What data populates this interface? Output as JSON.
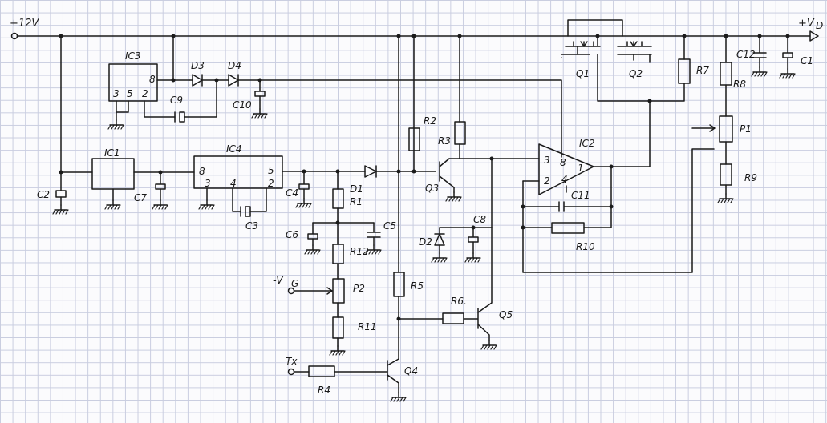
{
  "rails": {
    "vin": "+12V",
    "vout": "+V",
    "vout_sub": "D"
  },
  "inputs": {
    "neg_vg": "-V",
    "neg_vg_sub": "G",
    "tx": "Tx"
  },
  "ics": {
    "ic1": "IC1",
    "ic2": "IC2",
    "ic3": "IC3",
    "ic4": "IC4"
  },
  "ic3_pins": {
    "p8": "8",
    "p3": "3",
    "p5": "5",
    "p2": "2"
  },
  "ic4_pins": {
    "p8": "8",
    "p5": "5",
    "p3": "3",
    "p4": "4",
    "p2": "2"
  },
  "ic2_pins": {
    "p3": "3",
    "p8": "8",
    "p1": "1",
    "p2": "2",
    "p4": "4"
  },
  "capacitors": {
    "c1": "C1",
    "c2": "C2",
    "c3": "C3",
    "c4": "C4",
    "c5": "C5",
    "c6": "C6",
    "c7": "C7",
    "c8": "C8",
    "c9": "C9",
    "c10": "C10",
    "c11": "C11",
    "c12": "C12"
  },
  "diodes": {
    "d1": "D1",
    "d2": "D2",
    "d3": "D3",
    "d4": "D4"
  },
  "resistors": {
    "r1": "R1",
    "r2": "R2",
    "r3": "R3",
    "r4": "R4",
    "r5": "R5",
    "r6": "R6.",
    "r7": "R7",
    "r8": "R8",
    "r9": "R9",
    "r10": "R10",
    "r11": "R11",
    "r12": "R12"
  },
  "pots": {
    "p1": "P1",
    "p2": "P2"
  },
  "transistors": {
    "q1": "Q1",
    "q2": "Q2",
    "q3": "Q3",
    "q4": "Q4",
    "q5": "Q5"
  }
}
